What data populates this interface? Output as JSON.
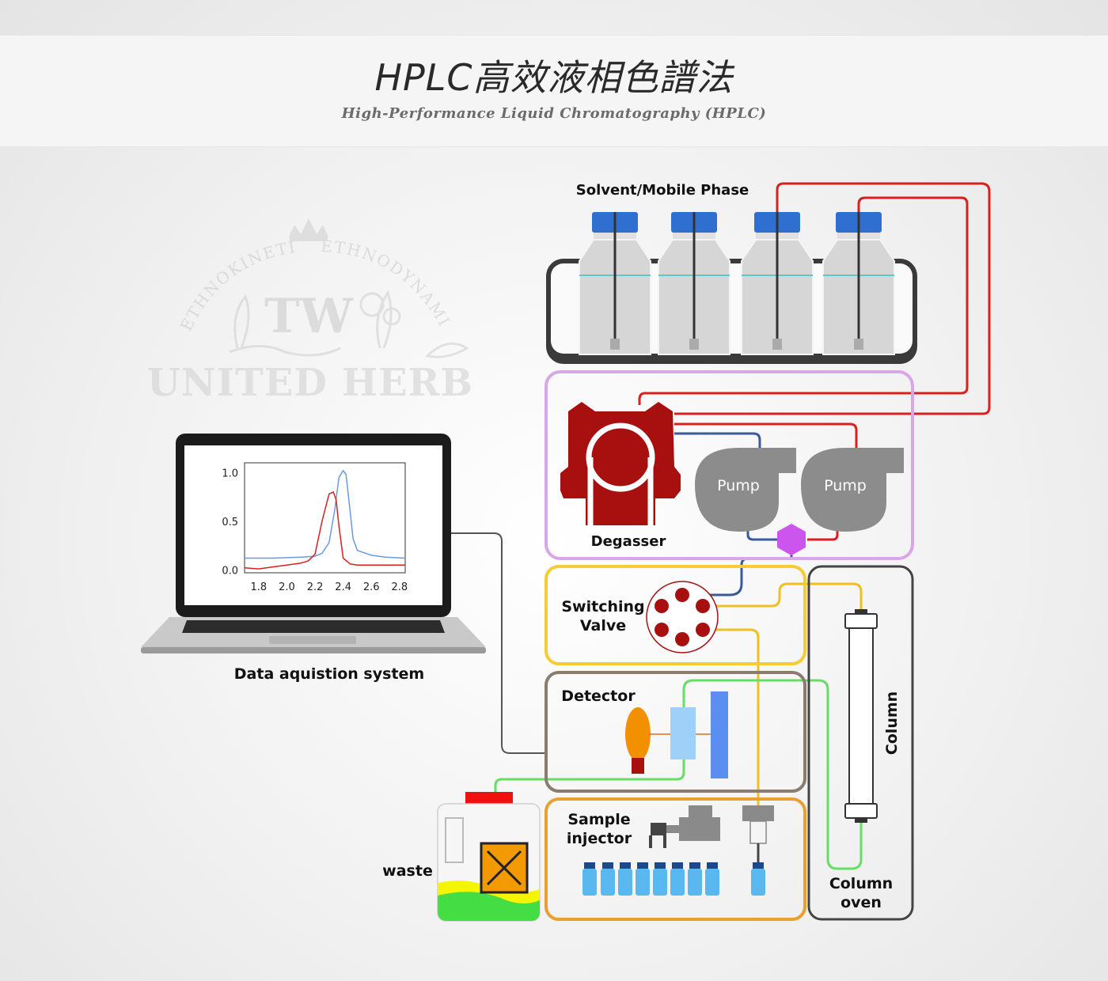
{
  "header": {
    "title": "HPLC高效液相色譜法",
    "subtitle": "High-Performance Liquid Chromatography (HPLC)"
  },
  "watermark": {
    "arc_left": "ETHNOKINETICS",
    "arc_right": "ETHNODYNAMICS",
    "monogram": "TW",
    "brand": "UNITED HERB"
  },
  "labels": {
    "solvent": "Solvent/Mobile Phase",
    "degasser": "Degasser",
    "pump1": "Pump",
    "pump2": "Pump",
    "switching_valve_line1": "Switching",
    "switching_valve_line2": "Valve",
    "detector": "Detector",
    "sample_injector_line1": "Sample",
    "sample_injector_line2": "injector",
    "column": "Column",
    "column_oven_line1": "Column",
    "column_oven_line2": "oven",
    "waste": "waste",
    "data_system": "Data aquistion system"
  },
  "colors": {
    "solvent_cap": "#2f6fcf",
    "degasser_box": "#d9a6e8",
    "switching_box": "#f5cc33",
    "detector_box": "#8a7d70",
    "injector_box": "#e8a030",
    "oven_box": "#444444",
    "red_line": "#d92020",
    "blue_line": "#3a5a9a",
    "yellow_line": "#f0c020",
    "green_line": "#66dd66",
    "degasser_red": "#a81010",
    "pump_gray": "#8c8c8c"
  },
  "chart_data": {
    "type": "line",
    "x_ticks": [
      "1.8",
      "2.0",
      "2.2",
      "2.4",
      "2.6",
      "2.8"
    ],
    "y_ticks": [
      "0.0",
      "0.5",
      "1.0"
    ],
    "xlim": [
      1.7,
      2.84
    ],
    "ylim": [
      -0.03,
      1.1
    ],
    "series": [
      {
        "color": "#6a9ae0",
        "x": [
          1.7,
          1.9,
          2.1,
          2.2,
          2.25,
          2.3,
          2.34,
          2.37,
          2.4,
          2.42,
          2.44,
          2.47,
          2.5,
          2.6,
          2.7,
          2.84
        ],
        "y": [
          0.12,
          0.12,
          0.13,
          0.14,
          0.17,
          0.28,
          0.62,
          0.95,
          1.02,
          0.98,
          0.72,
          0.32,
          0.2,
          0.15,
          0.13,
          0.12
        ]
      },
      {
        "color": "#d92020",
        "x": [
          1.7,
          1.8,
          1.9,
          2.0,
          2.1,
          2.15,
          2.2,
          2.25,
          2.3,
          2.33,
          2.35,
          2.37,
          2.4,
          2.45,
          2.5,
          2.6,
          2.84
        ],
        "y": [
          0.02,
          0.01,
          0.03,
          0.05,
          0.07,
          0.09,
          0.16,
          0.5,
          0.78,
          0.8,
          0.72,
          0.45,
          0.12,
          0.06,
          0.05,
          0.05,
          0.05
        ]
      }
    ]
  }
}
